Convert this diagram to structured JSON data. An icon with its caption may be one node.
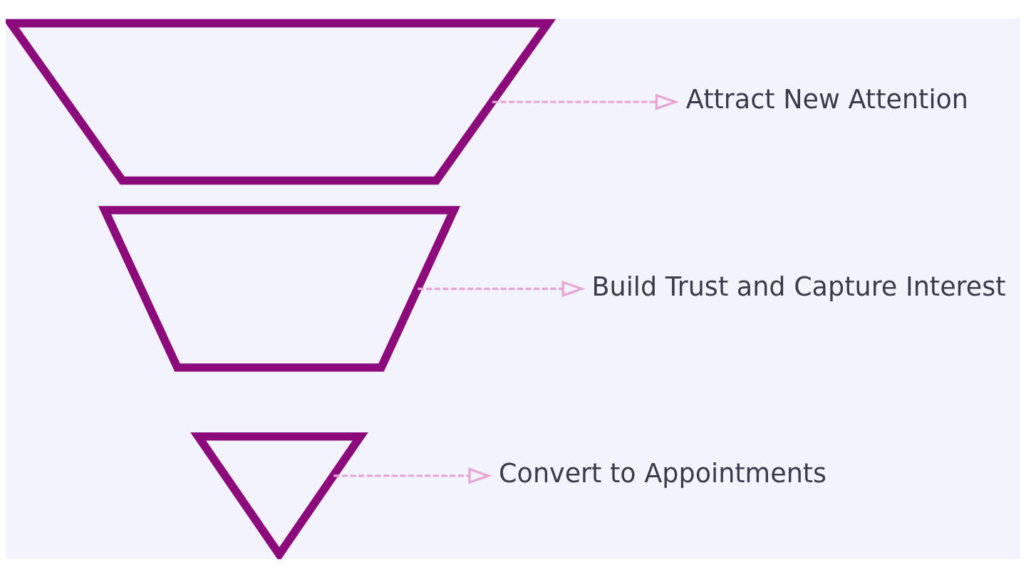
{
  "diagram": {
    "nodes": [
      {
        "text": [],
        "shape": "trapezoid"
      },
      {
        "text": [
          "Attract New Attention"
        ]
      },
      {
        "text": [],
        "shape": "trapezoid"
      },
      {
        "text": [
          "Build Trust and Capture Interest"
        ]
      },
      {
        "text": [],
        "shape": "triangle"
      },
      {
        "text": [
          "Convert to Appointments"
        ]
      }
    ],
    "edges": [
      {
        "from": 0,
        "to": 1,
        "arrow": "to",
        "style": "dashed"
      },
      {
        "from": 2,
        "to": 3,
        "arrow": "to",
        "style": "dashed"
      },
      {
        "from": 4,
        "to": 5,
        "arrow": "to",
        "style": "dashed"
      }
    ]
  }
}
